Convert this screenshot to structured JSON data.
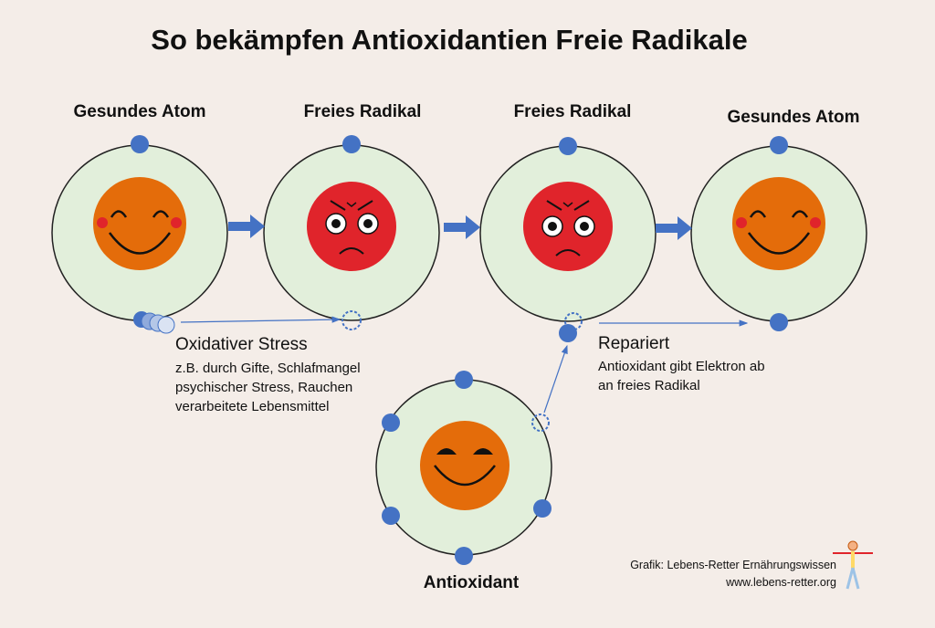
{
  "title": "So bekämpfen Antioxidantien Freie Radikale",
  "atoms": [
    {
      "label": "Gesundes Atom",
      "face": "happy"
    },
    {
      "label": "Freies Radikal",
      "face": "angry"
    },
    {
      "label": "Freies Radikal",
      "face": "angry"
    },
    {
      "label": "Gesundes Atom",
      "face": "happy"
    }
  ],
  "antioxidant": {
    "label": "Antioxidant",
    "face": "laughing"
  },
  "stress": {
    "heading": "Oxidativer Stress",
    "lines": [
      "z.B. durch Gifte, Schlafmangel",
      "psychischer Stress, Rauchen",
      "verarbeitete Lebensmittel"
    ]
  },
  "repair": {
    "heading": "Repariert",
    "lines": [
      "Antioxidant gibt Elektron ab",
      "an freies Radikal"
    ]
  },
  "credit": {
    "line1": "Grafik: Lebens-Retter Ernährungswissen",
    "line2": "www.lebens-retter.org"
  },
  "colors": {
    "background": "#f4ede8",
    "atom_shell": "#e2efdb",
    "electron": "#4472c4",
    "happy_face": "#e46c0a",
    "angry_face": "#e0242b",
    "arrow": "#4472c4"
  }
}
